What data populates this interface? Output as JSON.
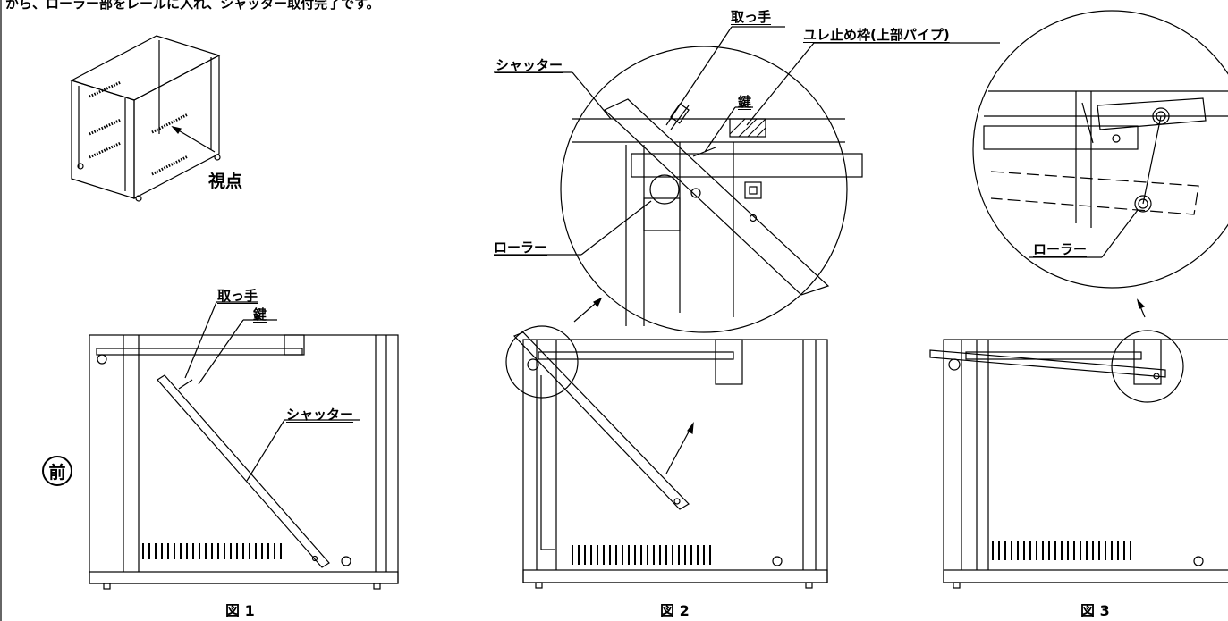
{
  "intro_text": "から、ローラー部をレールに入れ、シャッター取付完了です。",
  "front_mark": "前",
  "figures": [
    {
      "caption": "図 1",
      "labels": {
        "viewpoint": "視点",
        "handle": "取っ手",
        "key": "鍵",
        "shutter": "シャッター"
      }
    },
    {
      "caption": "図 2",
      "labels": {
        "handle": "取っ手",
        "frame": "ユレ止め枠(上部パイプ)",
        "key": "鍵",
        "shutter": "シャッター",
        "roller": "ローラー"
      }
    },
    {
      "caption": "図 3",
      "labels": {
        "roller": "ローラー"
      }
    }
  ]
}
